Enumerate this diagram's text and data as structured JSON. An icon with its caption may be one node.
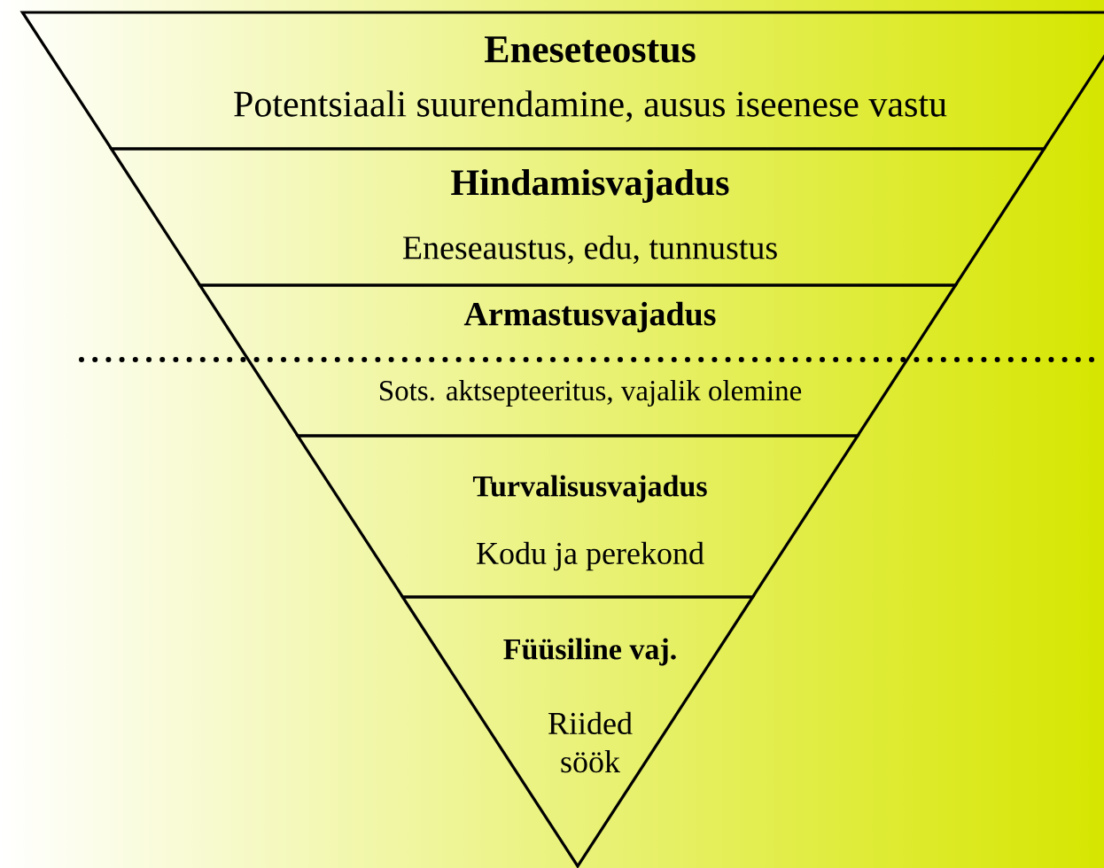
{
  "diagram": {
    "nodes": [
      {
        "text": [
          "Eneseteostus",
          "Potentsiaali suurendamine, ausus iseenese vastu"
        ]
      },
      {
        "text": [
          "Hindamisvajadus",
          "Eneseaustus, edu, tunnustus"
        ]
      },
      {
        "text": [
          "Armastusvajadus",
          "Sots. aktsepteeritus, vajalik olemine"
        ]
      },
      {
        "text": [
          "Turvalisusvajadus",
          "Kodu ja perekond"
        ]
      },
      {
        "text": [
          "Füüsiline vaj.",
          "Riided söök"
        ]
      }
    ]
  }
}
